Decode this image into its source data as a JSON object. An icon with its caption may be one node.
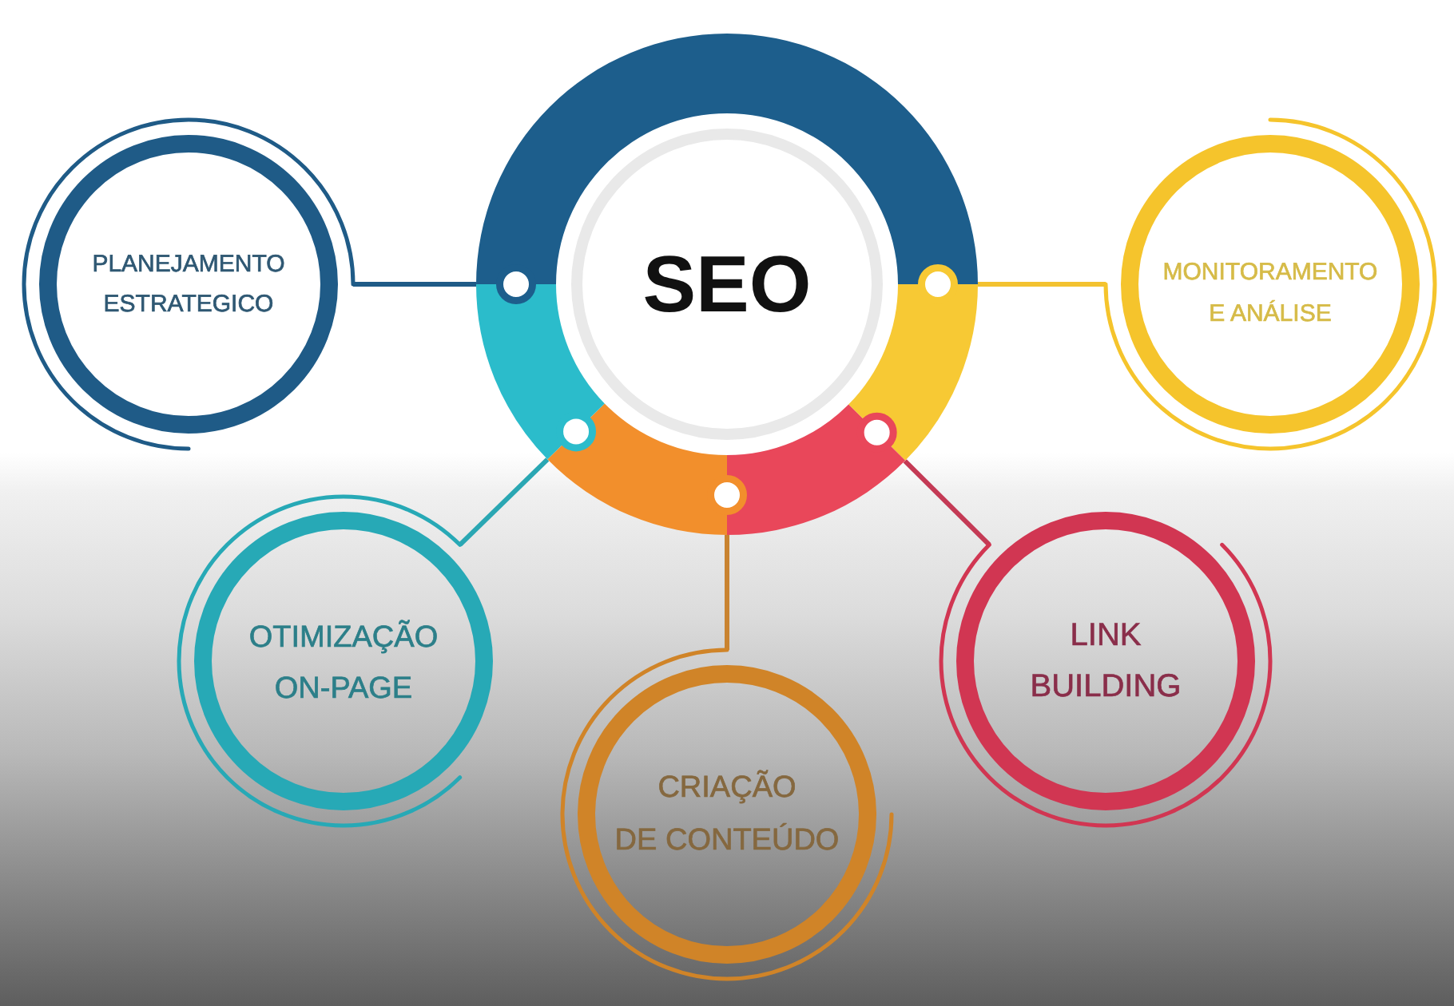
{
  "diagram": {
    "nodes": [
      {
        "text": [
          "SEO"
        ]
      },
      {
        "text": [
          "PLANEJAMENTO ESTRATEGICO"
        ]
      },
      {
        "text": [
          "MONITORAMENTO E ANÁLISE"
        ]
      },
      {
        "text": [
          "OTIMIZAÇÃO ON-PAGE"
        ]
      },
      {
        "text": [
          "CRIAÇÃO DE CONTEÚDO"
        ]
      },
      {
        "text": [
          "LINK BUILDING"
        ]
      }
    ],
    "edges": [
      {
        "from": 0,
        "to": 1,
        "arrow": "none",
        "color": "#1f5b87"
      },
      {
        "from": 0,
        "to": 2,
        "arrow": "none",
        "color": "#f3c230"
      },
      {
        "from": 0,
        "to": 3,
        "arrow": "none",
        "color": "#2aa7b3"
      },
      {
        "from": 0,
        "to": 4,
        "arrow": "none",
        "color": "#c98330"
      },
      {
        "from": 0,
        "to": 5,
        "arrow": "none",
        "color": "#c43a55"
      }
    ]
  }
}
